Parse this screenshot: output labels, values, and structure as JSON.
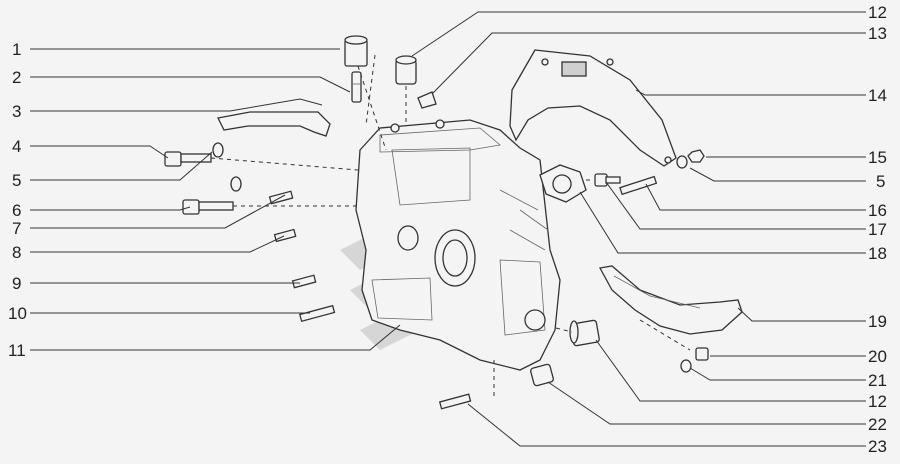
{
  "diagram": {
    "left_labels": [
      "1",
      "2",
      "3",
      "4",
      "5",
      "6",
      "7",
      "8",
      "9",
      "10",
      "11"
    ],
    "right_labels": [
      "12",
      "13",
      "14",
      "15",
      "5",
      "16",
      "17",
      "18",
      "19",
      "20",
      "21",
      "12",
      "22",
      "23"
    ]
  }
}
